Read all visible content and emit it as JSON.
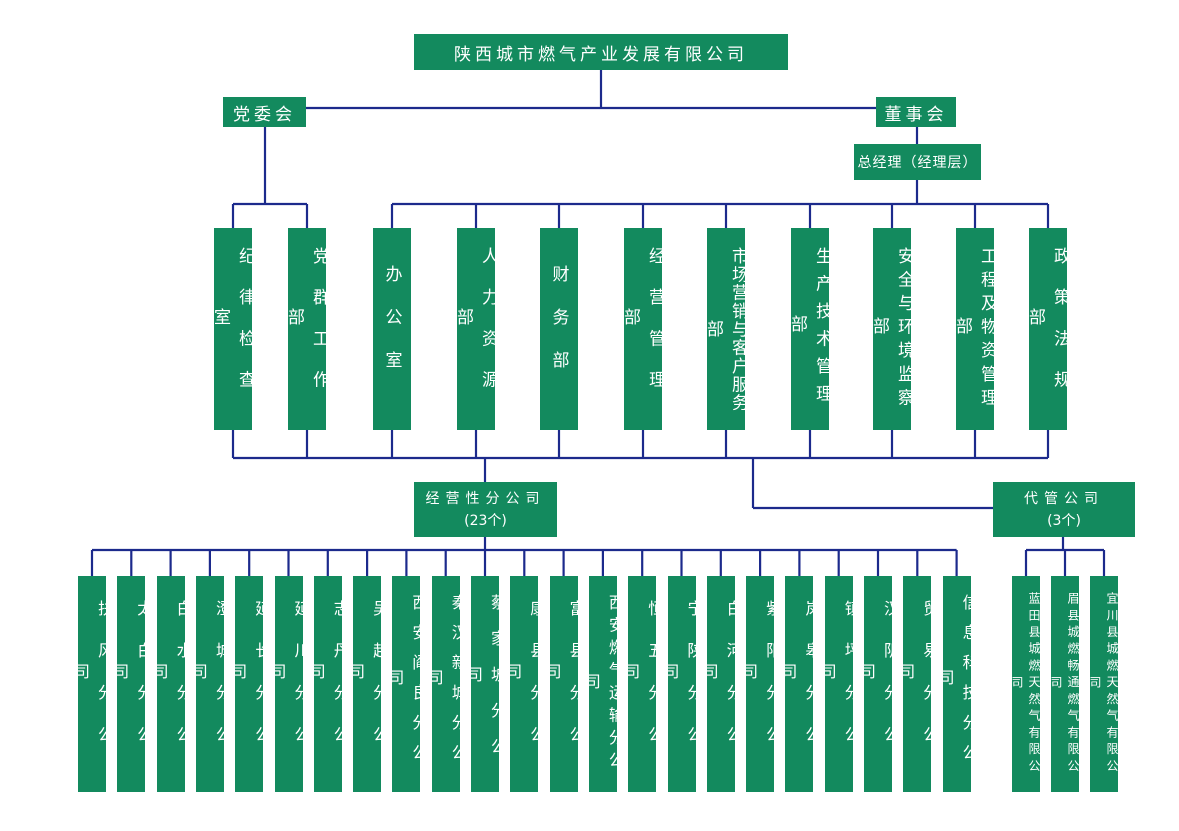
{
  "top": {
    "company": "陕西城市燃气产业发展有限公司"
  },
  "left_branch": {
    "party_committee": "党委会"
  },
  "right_branch": {
    "board": "董事会",
    "gm": "总经理（经理层）"
  },
  "party_depts": [
    "纪律检查室",
    "党群工作部"
  ],
  "gm_depts": [
    "办公室",
    "人力资源部",
    "财务部",
    "经营管理部",
    "市场营销与客户服务部",
    "生产技术管理部",
    "安全与环境监察部",
    "工程及物资管理部",
    "政策法规部"
  ],
  "operating": {
    "title": "经营性分公司",
    "count": "(23个)"
  },
  "managed": {
    "title": "代管公司",
    "count": "(3个)"
  },
  "subsidiaries": [
    "扶风分公司",
    "太白分公司",
    "白水分公司",
    "澄城分公司",
    "延长分公司",
    "延川分公司",
    "志丹分公司",
    "吴起分公司",
    "西安阎良分公司",
    "秦汉新城分公司",
    "蔡家坡分公司",
    "康县分公司",
    "富县分公司",
    "西安燃气运输分公司",
    "恒五分公司",
    "宁陕分公司",
    "白河分公司",
    "紫阳分公司",
    "岚皋分公司",
    "镇坪分公司",
    "汉阴分公司",
    "贸易分公司",
    "信息科技分公司"
  ],
  "managed_companies": [
    "蓝田县城燃天然气有限公司",
    "眉县城燃畅通燃气有限公司",
    "宜川县城燃天然气有限公司"
  ],
  "colors": {
    "box": "#138a5e",
    "line": "#1c2a8c",
    "text": "#ffffff"
  }
}
